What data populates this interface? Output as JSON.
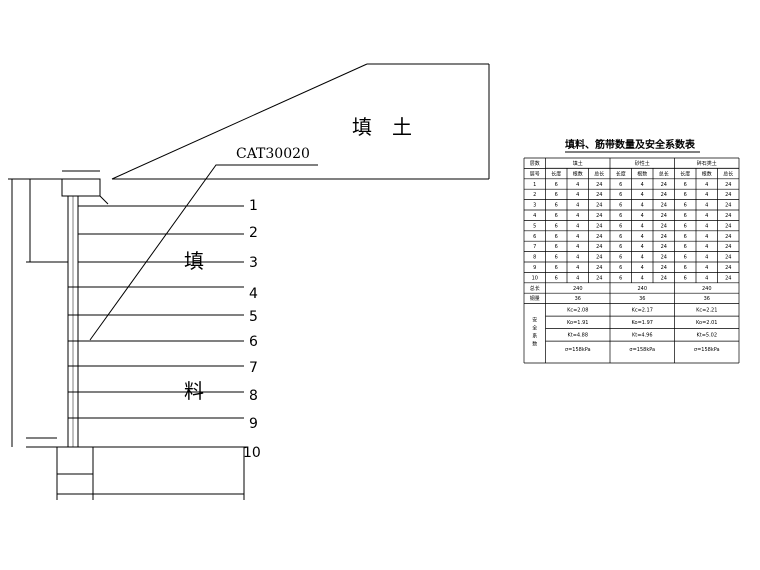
{
  "drawing": {
    "fill_top_label": "填　土",
    "callout_label": "CAT30020",
    "fill_label_top": "填",
    "fill_label_bottom": "料",
    "layer_numbers": [
      "1",
      "2",
      "3",
      "4",
      "5",
      "6",
      "7",
      "8",
      "9",
      "10"
    ]
  },
  "table": {
    "title": "填料、筋带数量及安全系数表",
    "header_row1": [
      "层数",
      "填土",
      "",
      "",
      "砂性土",
      "",
      "",
      "碎石类土",
      "",
      ""
    ],
    "header_row2": [
      "层号",
      "长度",
      "根数",
      "总长",
      "长度",
      "根数",
      "总长",
      "长度",
      "根数",
      "总长"
    ],
    "rows": [
      [
        "1",
        "6",
        "4",
        "24",
        "6",
        "4",
        "24",
        "6",
        "4",
        "24"
      ],
      [
        "2",
        "6",
        "4",
        "24",
        "6",
        "4",
        "24",
        "6",
        "4",
        "24"
      ],
      [
        "3",
        "6",
        "4",
        "24",
        "6",
        "4",
        "24",
        "6",
        "4",
        "24"
      ],
      [
        "4",
        "6",
        "4",
        "24",
        "6",
        "4",
        "24",
        "6",
        "4",
        "24"
      ],
      [
        "5",
        "6",
        "4",
        "24",
        "6",
        "4",
        "24",
        "6",
        "4",
        "24"
      ],
      [
        "6",
        "6",
        "4",
        "24",
        "6",
        "4",
        "24",
        "6",
        "4",
        "24"
      ],
      [
        "7",
        "6",
        "4",
        "24",
        "6",
        "4",
        "24",
        "6",
        "4",
        "24"
      ],
      [
        "8",
        "6",
        "4",
        "24",
        "6",
        "4",
        "24",
        "6",
        "4",
        "24"
      ],
      [
        "9",
        "6",
        "4",
        "24",
        "6",
        "4",
        "24",
        "6",
        "4",
        "24"
      ],
      [
        "10",
        "6",
        "4",
        "24",
        "6",
        "4",
        "24",
        "6",
        "4",
        "24"
      ]
    ],
    "total_row": [
      "总长",
      "240",
      "240",
      "240"
    ],
    "weight_row": [
      "钢量",
      "36",
      "36",
      "36"
    ],
    "safety_label": "安全系数",
    "safety_rows": [
      [
        "Kc=2.08",
        "Kc=2.17",
        "Kc=2.21"
      ],
      [
        "Ko=1.91",
        "Ko=1.97",
        "Ko=2.01"
      ],
      [
        "Kt=4.88",
        "Kt=4.96",
        "Kt=5.02"
      ]
    ],
    "stress_row": [
      "σ=158kPa",
      "σ=158kPa",
      "σ=158kPa"
    ]
  }
}
